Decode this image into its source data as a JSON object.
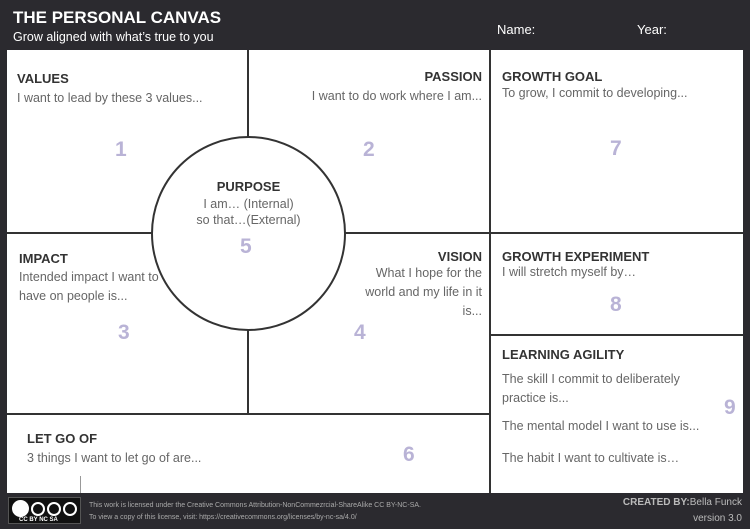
{
  "header": {
    "title": "THE PERSONAL CANVAS",
    "subtitle": "Grow aligned with what’s true to you",
    "name_label": "Name:",
    "year_label": "Year:"
  },
  "cells": [
    {
      "heading": "VALUES",
      "prompt": "I want to lead by these 3 values...",
      "number": "1"
    },
    {
      "heading": "PASSION",
      "prompt": "I want to do work where I am...",
      "number": "2"
    },
    {
      "heading": "IMPACT",
      "prompt": "Intended impact I want to have on people is...",
      "number": "3"
    },
    {
      "heading": "VISION",
      "prompt": "What I hope for the world and my life in it is...",
      "number": "4"
    },
    {
      "heading": "PURPOSE",
      "prompt1": "I am… (Internal)",
      "prompt2": "so that…(External)",
      "number": "5"
    },
    {
      "heading": "LET GO OF",
      "prompt": "3 things I want to let go of are...",
      "number": "6"
    },
    {
      "heading": "GROWTH GOAL",
      "prompt": "To grow, I commit to developing...",
      "number": "7"
    },
    {
      "heading": "GROWTH EXPERIMENT",
      "prompt": "I will stretch myself by…",
      "number": "8"
    },
    {
      "heading": "LEARNING AGILITY",
      "prompt1": "The skill I commit to deliberately practice is...",
      "prompt2": "The mental model I want to use is...",
      "prompt3": "The habit I want to cultivate is…",
      "number": "9"
    }
  ],
  "footer": {
    "license_badge": "CC BY NC SA",
    "license_line1": "This work is licensed under the Creative Commons Attribution-NonCommezrcial-ShareAlike CC BY-NC-SA.",
    "license_line2": "To view a copy of this license, visit: https://creativecommons.org/licenses/by-nc-sa/4.0/",
    "created_by_label": "CREATED BY:",
    "author": "Bella Funck",
    "version": "version 3.0"
  }
}
